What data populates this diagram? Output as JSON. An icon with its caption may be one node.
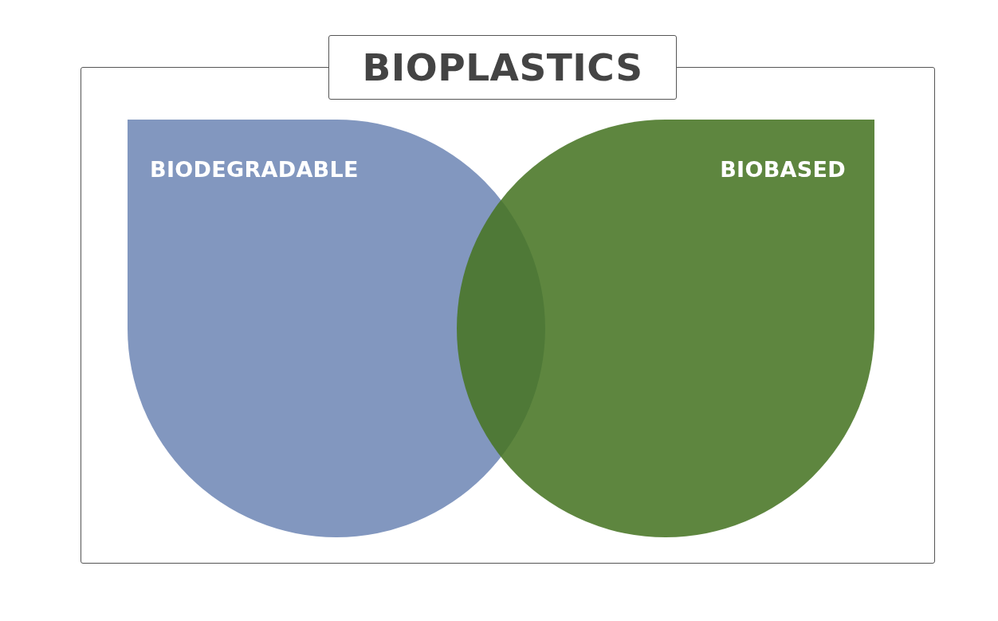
{
  "diagram": {
    "nodes": [
      {
        "text": [
          "BIOPLASTICS"
        ]
      },
      {
        "text": [
          "BIODEGRADABLE"
        ],
        "in": 0
      },
      {
        "text": [
          "BIOBASED"
        ],
        "in": 0
      }
    ]
  }
}
